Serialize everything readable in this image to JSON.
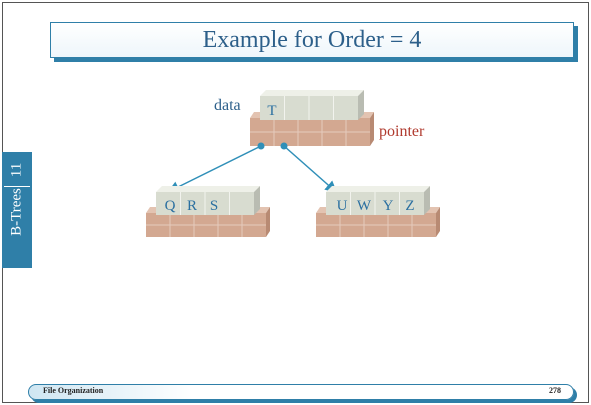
{
  "slide": {
    "title": "Example for Order = 4",
    "side_label": "B-Trees",
    "side_number": "11"
  },
  "footer": {
    "left": "File Organization",
    "right": "278"
  },
  "diagram": {
    "labels": {
      "data": "data",
      "pointer": "pointer"
    },
    "nodes": [
      {
        "name": "root-node",
        "keys": [
          "T",
          "",
          "",
          ""
        ]
      },
      {
        "name": "left-child-node",
        "keys": [
          "Q",
          "R",
          "S",
          ""
        ]
      },
      {
        "name": "right-child-node",
        "keys": [
          "U",
          "W",
          "Y",
          "Z"
        ]
      }
    ],
    "colors": {
      "key_box": "#d8dcd0",
      "pointer_box": "#d3a891",
      "arrow": "#2f8fb8",
      "key_text": "#2a6fa0",
      "data_label": "#2c5f8a",
      "pointer_label": "#b03a2e"
    }
  }
}
